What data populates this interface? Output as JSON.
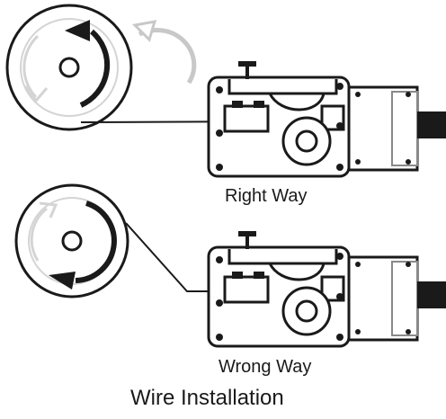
{
  "labels": {
    "right_way": "Right Way",
    "wrong_way": "Wrong Way",
    "title": "Wire Installation"
  },
  "colors": {
    "ink": "#1a1a1a",
    "faded": "#c8c8c8",
    "background": "#ffffff"
  }
}
